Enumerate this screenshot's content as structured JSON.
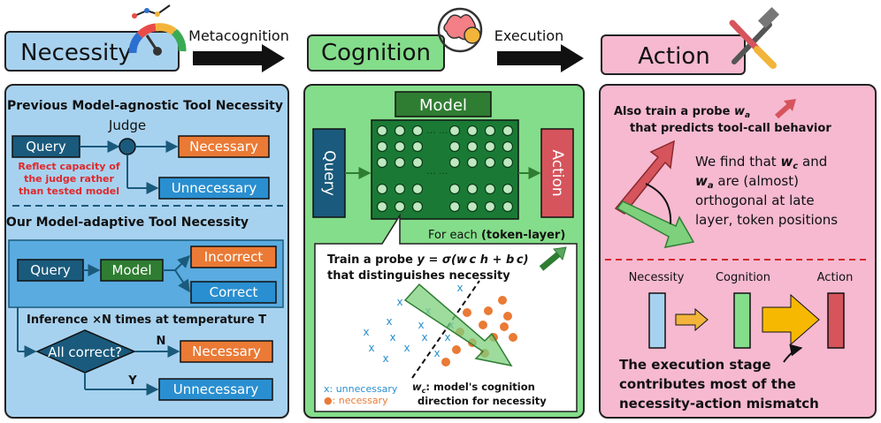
{
  "header": {
    "necessity": "Necessity",
    "cognition": "Cognition",
    "action": "Action",
    "arrow1": "Metacognition",
    "arrow2": "Execution"
  },
  "left": {
    "prev_title": "Previous Model-agnostic Tool Necessity",
    "judge": "Judge",
    "query": "Query",
    "necessary": "Necessary",
    "unnecessary": "Unnecessary",
    "reflect": [
      "Reflect capacity of",
      "the judge rather",
      "than tested model"
    ],
    "our_title": "Our Model-adaptive Tool Necessity",
    "query2": "Query",
    "model": "Model",
    "incorrect": "Incorrect",
    "correct": "Correct",
    "inference": "Inference ×N times at temperature T",
    "all_correct": "All correct?",
    "n": "N",
    "y": "Y",
    "necessary2": "Necessary",
    "unnecessary2": "Unnecessary"
  },
  "middle": {
    "model": "Model",
    "query": "Query",
    "action": "Action",
    "dots": "··· ···",
    "for_each": "For each",
    "token_layer": "(token-layer)",
    "probe_line1_pre": "Train a probe",
    "probe_formula": "y = σ(w c h + b c)",
    "probe_line2": "that distinguishes necessity",
    "legend_unnecessary": "x: unnecessary",
    "legend_necessary": "●: necessary",
    "wc": "w",
    "wc_sub": "c",
    "wc_desc1": ": model's cognition",
    "wc_desc2": "direction for necessity"
  },
  "right": {
    "also_line1": "Also train a probe",
    "wa": "w",
    "wa_sub": "a",
    "also_line2": "that predicts tool-call behavior",
    "find_line1": "We find that",
    "find_and": "and",
    "find_line2b": "are (almost)",
    "find_line3": "orthogonal at late",
    "find_line4": "layer, token positions",
    "necessity": "Necessity",
    "cognition": "Cognition",
    "action": "Action",
    "exec_line1": "The execution stage",
    "exec_line2": "contributes most of the",
    "exec_line3": "necessity-action mismatch"
  },
  "colors": {
    "blue_panel": "#a7d2ef",
    "green_panel": "#84dd8a",
    "pink_panel": "#f6b9d0",
    "navy": "#1a5a7c",
    "orange": "#ea7a35",
    "dark_green": "#2f7d32",
    "red": "#d6545c"
  }
}
